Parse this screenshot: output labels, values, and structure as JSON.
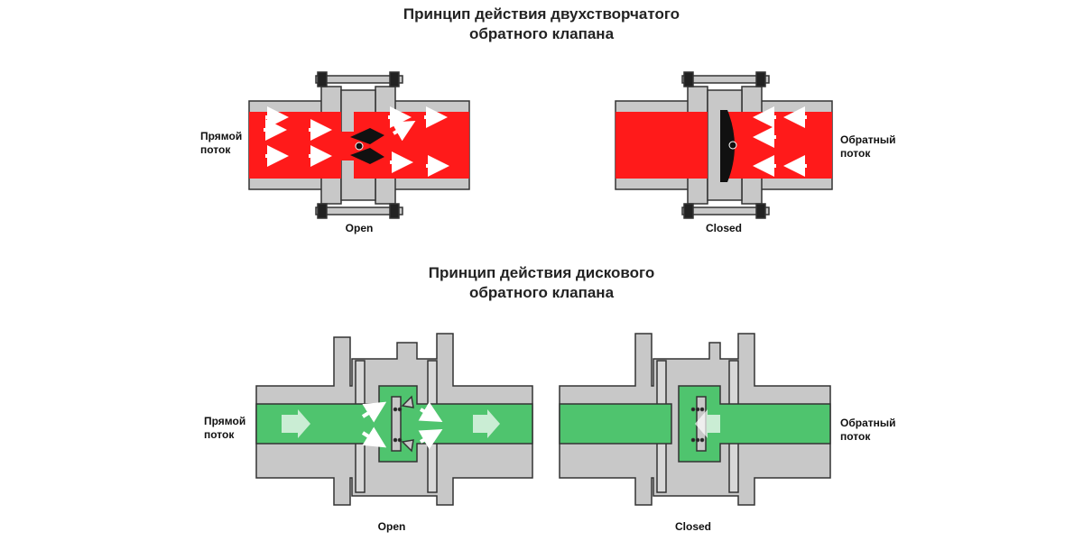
{
  "titles": {
    "top": [
      "Принцип действия двухстворчатого",
      "обратного клапана"
    ],
    "bottom": [
      "Принцип действия дискового",
      "обратного клапана"
    ]
  },
  "labels": {
    "forward_flow": [
      "Прямой",
      "поток"
    ],
    "reverse_flow": [
      "Обратный",
      "поток"
    ],
    "open": "Open",
    "closed": "Closed"
  },
  "colors": {
    "flow_top": "#ff1a1a",
    "flow_bottom": "#4fc46e",
    "body": "#c8c8c8",
    "outline": "#333333"
  }
}
